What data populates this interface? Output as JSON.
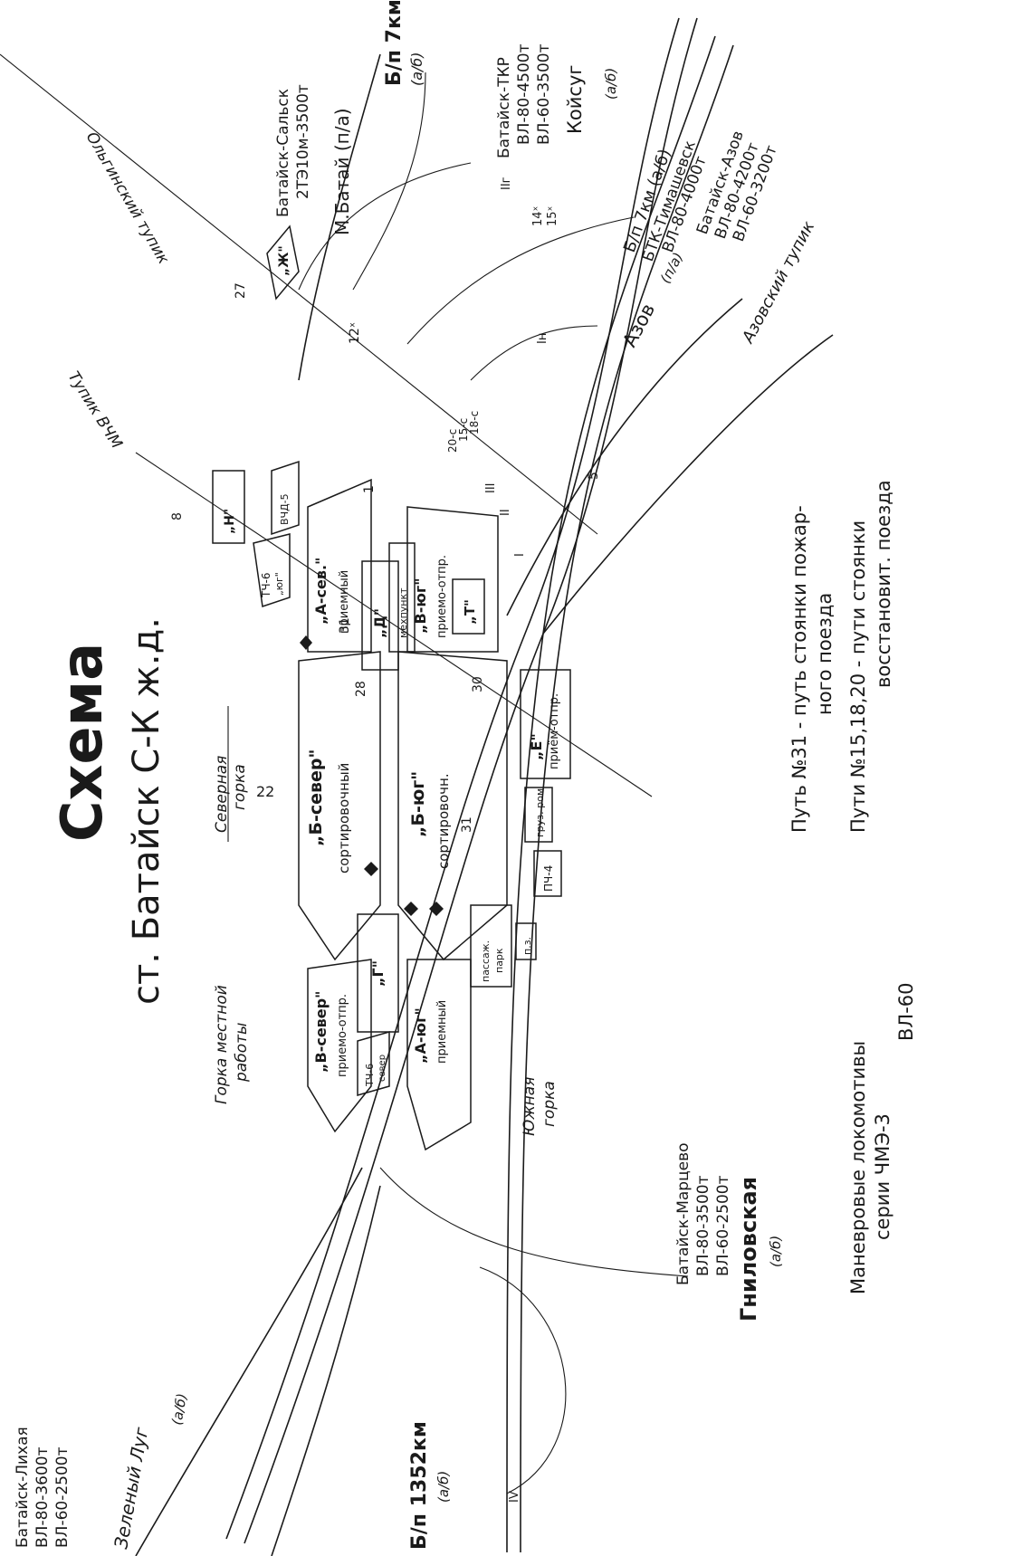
{
  "title": {
    "main": "Схема",
    "sub": "ст. Батайск С-К ж.д."
  },
  "parks": {
    "b_sever": [
      "„Б-север\"",
      "сортировочный"
    ],
    "b_yug": [
      "„Б-юг\"",
      "сортировочн."
    ],
    "a_sev": [
      "„А-сев.\"",
      "приемный"
    ],
    "a_yug": [
      "„А-юг\"",
      "приемный"
    ],
    "v_sever": [
      "„В-север\"",
      "приемо-отпр."
    ],
    "v_yug": [
      "„В-юг\"",
      "приемо-отпр."
    ],
    "e": [
      "„Е\"",
      "приём-отпр."
    ],
    "g": "„Г\"",
    "d": "„Д\"",
    "t": "„Т\"",
    "zh": "„Ж\"",
    "n": "„Н\"",
    "mekhpunkt": "мехпункт",
    "passazh": [
      "пассаж.",
      "парк"
    ],
    "gruz": "груз. ром",
    "pch4": "ПЧ-4",
    "pz": "п.з.",
    "tch6_yug": [
      "ТЧ-6",
      "„юг\""
    ],
    "vchd5": "ВЧД-5",
    "tch6_sever": [
      "ТЧ-6",
      "север"
    ]
  },
  "humps": {
    "north": [
      "Северная",
      "горка"
    ],
    "local": [
      "Горка местной",
      "работы"
    ],
    "south": [
      "Южная",
      "горка"
    ]
  },
  "track_numbers": {
    "t22": "22",
    "t28": "28",
    "t31a": "31",
    "t31b": "31",
    "t30": "30",
    "t1": "1",
    "t5": "5",
    "t8": "8",
    "t27": "27",
    "t12": "12ˣ",
    "t20": "20-с",
    "t15": "15-с",
    "t18": "18-с",
    "r1": "I",
    "r2": "II",
    "r3": "III",
    "r4": "IV",
    "rIh": "Iн",
    "rIIg": "IIг",
    "r14": "14ˣ",
    "r15": "15ˣ"
  },
  "lines": {
    "olginskiy": "Ольгинский тупик",
    "vchm": "Тупик ВЧМ",
    "azovskiy": "Азовский тупик",
    "salsk": [
      "Батайск-Сальск",
      "2ТЭ10м-3500т"
    ],
    "m_batay": "М.Батай (п/а)",
    "bp7_top": [
      "Б/п 7км",
      "(а/б)"
    ],
    "tkr": [
      "Батайск-ТКР",
      "ВЛ-80-4500т",
      "ВЛ-60-3500т"
    ],
    "koysug": "Койсуг",
    "koysug_ab": "(а/б)",
    "timashevsk": [
      "Б/п 7км (а/б)",
      "БТК-Тимашевск",
      "ВЛ-80-4000т"
    ],
    "azov_line": [
      "Батайск-Азов",
      "ВЛ-80-4200т",
      "ВЛ-60-3200т"
    ],
    "azov": "Азов",
    "azov_ab": "(п/а)",
    "likhaya": [
      "Батайск-Лихая",
      "ВЛ-80-3600т",
      "ВЛ-60-2500т"
    ],
    "zeleny": "Зеленый Луг",
    "zeleny_ab": "(а/б)",
    "bp1352": "Б/п 1352км",
    "bp1352_ab": "(а/б)",
    "martsevo": [
      "Батайск-Марцево",
      "ВЛ-80-3500т",
      "ВЛ-60-2500т"
    ],
    "gnilovskaya": "Гниловская",
    "gnilovskaya_ab": "(а/б)"
  },
  "notes": {
    "n31": [
      "Путь №31 - путь стоянки пожар-",
      "ного поезда"
    ],
    "n15": [
      "Пути №15,18,20 - пути стоянки",
      "восстановит. поезда"
    ],
    "shunting": [
      "Маневровые локомотивы",
      "серии ЧМЭ-3",
      "ВЛ-60"
    ]
  }
}
